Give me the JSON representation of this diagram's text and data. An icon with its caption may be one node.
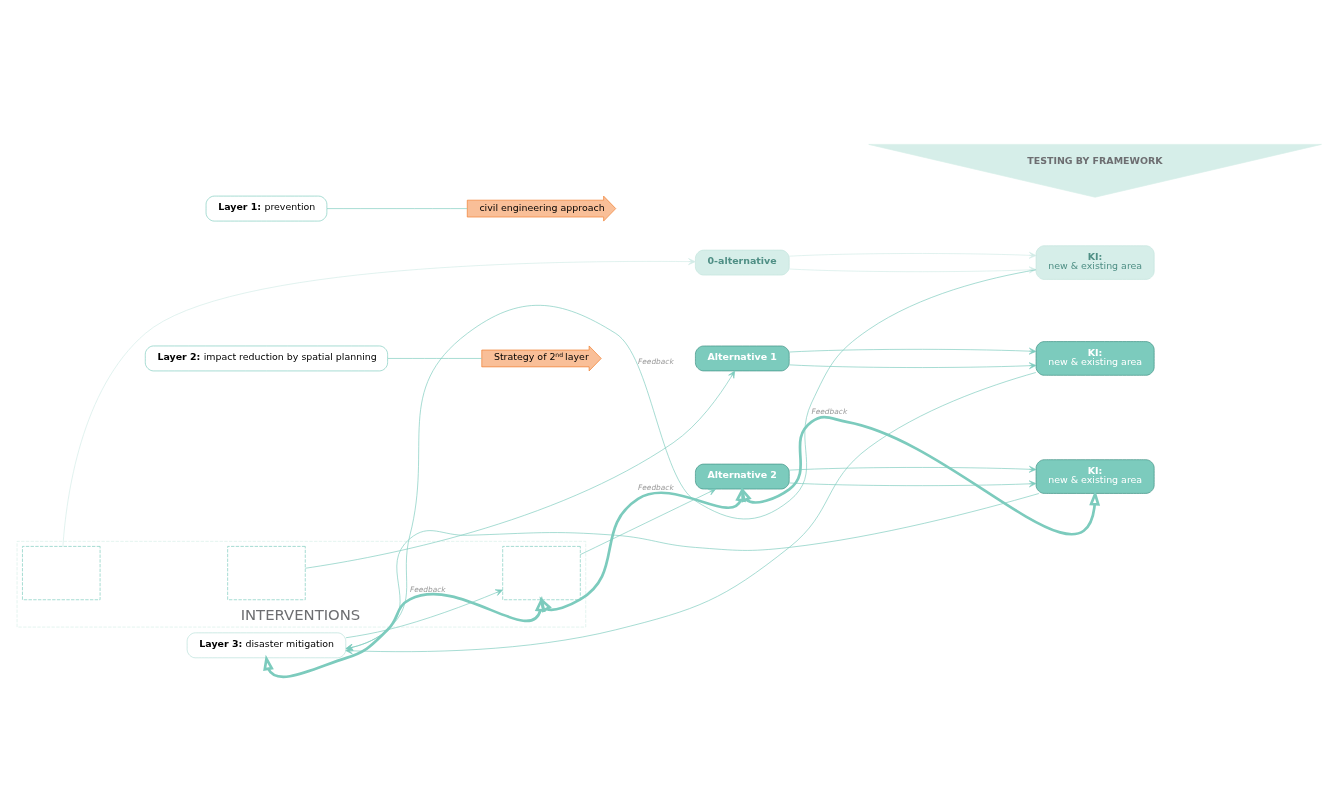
{
  "diagram": {
    "nodes": [
      {
        "text": [
          "**Layer 1:** prevention"
        ]
      },
      {
        "text": [
          "**Layer 2:** impact reduction by spatial planning"
        ]
      },
      {
        "text": [
          "**Layer 3:** disaster mitigation"
        ]
      },
      {
        "text": [
          "TESTING BY FRAMEWORK"
        ]
      },
      {
        "text": [
          "civil engineering approach"
        ]
      },
      {
        "text": [
          "Strategy of 2$^{nd}$ layer"
        ]
      },
      {
        "text": [
          "INTERVENTIONS"
        ]
      },
      {
        "text": [],
        "shape": "box",
        "in": 6
      },
      {
        "text": [],
        "shape": "box",
        "in": 6
      },
      {
        "text": [],
        "shape": "box",
        "in": 6
      },
      {
        "text": [
          "0-alternative"
        ]
      },
      {
        "text": [
          "Alternative 1"
        ]
      },
      {
        "text": [
          "Alternative 2"
        ]
      },
      {
        "text": [
          "KI:",
          "new & existing area"
        ]
      },
      {
        "text": [
          "KI:",
          "new & existing area"
        ]
      },
      {
        "text": [
          "KI:",
          "new & existing area"
        ]
      }
    ],
    "edges": [
      {
        "from": 0,
        "to": 4,
        "arrow": "none"
      },
      {
        "from": 1,
        "to": 5,
        "arrow": "none"
      },
      {
        "from": 2,
        "to": 9,
        "arrow": "to"
      },
      {
        "from": 7,
        "to": 10,
        "arrow": "to",
        "color": "#d3ece7"
      },
      {
        "from": 8,
        "to": 11,
        "arrow": "to"
      },
      {
        "from": 9,
        "to": 12,
        "arrow": "to"
      },
      {
        "from": 10,
        "to": 13,
        "arrow": "to",
        "color": "#d3ece7"
      },
      {
        "from": 10,
        "to": 13,
        "arrow": "to",
        "color": "#d3ece7"
      },
      {
        "from": 11,
        "to": 14,
        "arrow": "to"
      },
      {
        "from": 11,
        "to": 14,
        "arrow": "to"
      },
      {
        "from": 12,
        "to": 15,
        "arrow": "to"
      },
      {
        "from": 12,
        "to": 15,
        "arrow": "to"
      },
      {
        "from": 2,
        "to": 9,
        "arrow": "both",
        "label": "Feedback",
        "style": "thick"
      },
      {
        "from": 9,
        "to": 12,
        "arrow": "both",
        "label": "Feedback",
        "style": "thick"
      },
      {
        "from": 12,
        "to": 15,
        "arrow": "both",
        "label": "Feedback",
        "style": "thick"
      },
      {
        "from": 13,
        "to": 2,
        "arrow": "to",
        "label": "Feedback"
      },
      {
        "from": 14,
        "to": 2,
        "arrow": "to"
      },
      {
        "from": 15,
        "to": 2,
        "arrow": "to"
      }
    ]
  }
}
